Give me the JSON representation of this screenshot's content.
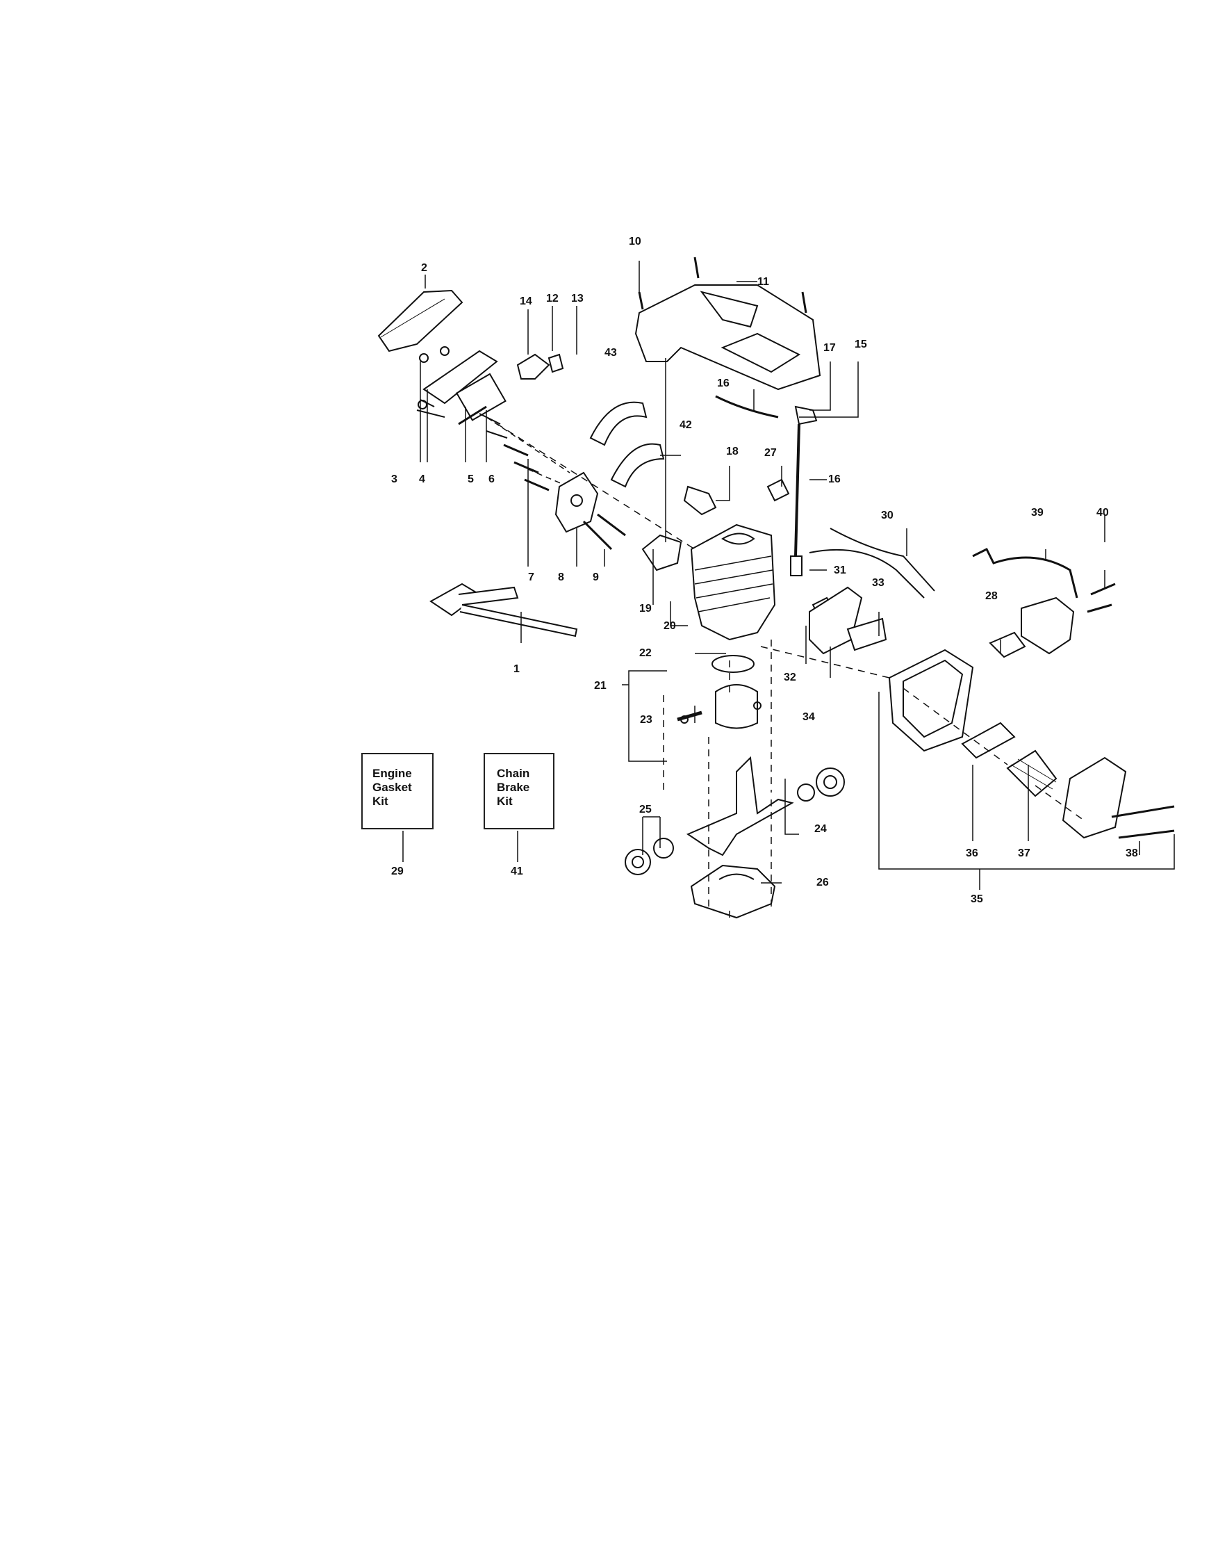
{
  "diagram": {
    "callouts": {
      "c1": "1",
      "c2": "2",
      "c3": "3",
      "c4": "4",
      "c5": "5",
      "c6": "6",
      "c7": "7",
      "c8": "8",
      "c9": "9",
      "c10": "10",
      "c11": "11",
      "c12": "12",
      "c13": "13",
      "c14": "14",
      "c15": "15",
      "c16a": "16",
      "c16b": "16",
      "c17": "17",
      "c18": "18",
      "c19": "19",
      "c20": "20",
      "c21": "21",
      "c22": "22",
      "c23": "23",
      "c24": "24",
      "c25": "25",
      "c26": "26",
      "c27": "27",
      "c28": "28",
      "c29": "29",
      "c30": "30",
      "c31": "31",
      "c32": "32",
      "c33": "33",
      "c34": "34",
      "c35": "35",
      "c36": "36",
      "c37": "37",
      "c38": "38",
      "c39": "39",
      "c40": "40",
      "c41": "41",
      "c42": "42",
      "c43": "43"
    },
    "kits": {
      "engine_gasket": "Engine\nGasket\nKit",
      "chain_brake": "Chain\nBrake\n Kit"
    }
  }
}
